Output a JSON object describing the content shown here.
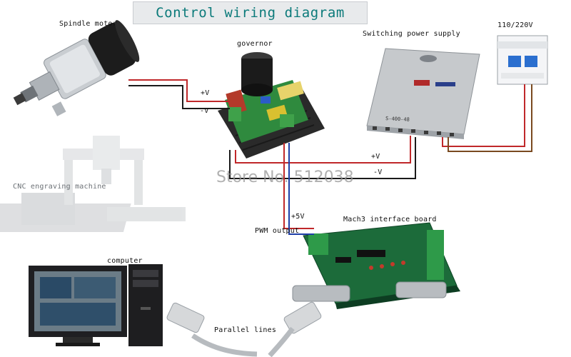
{
  "title": "Control wiring diagram",
  "labels": {
    "spindle_motor": "Spindle motor",
    "governor": "governor",
    "switching_power_supply": "Switching power supply",
    "mains_voltage": "110/220V",
    "cnc_machine": "CNC engraving machine",
    "mach3_board": "Mach3 interface board",
    "pwm_output": "PWM output",
    "computer": "computer",
    "parallel_lines": "Parallel lines"
  },
  "wire_labels": {
    "motor_pos": "+V",
    "motor_neg": "-V",
    "supply_pos": "+V",
    "supply_neg": "-V",
    "pwm_5v": "+5V"
  },
  "psu_model": "S-400-48",
  "watermark": "Store No. 512038",
  "colors": {
    "title_text": "#0b7a7a",
    "wire_red": "#c0282a",
    "wire_black": "#1a1a1a",
    "wire_blue": "#1f3fa8",
    "board_green": "#1c6b3a"
  }
}
